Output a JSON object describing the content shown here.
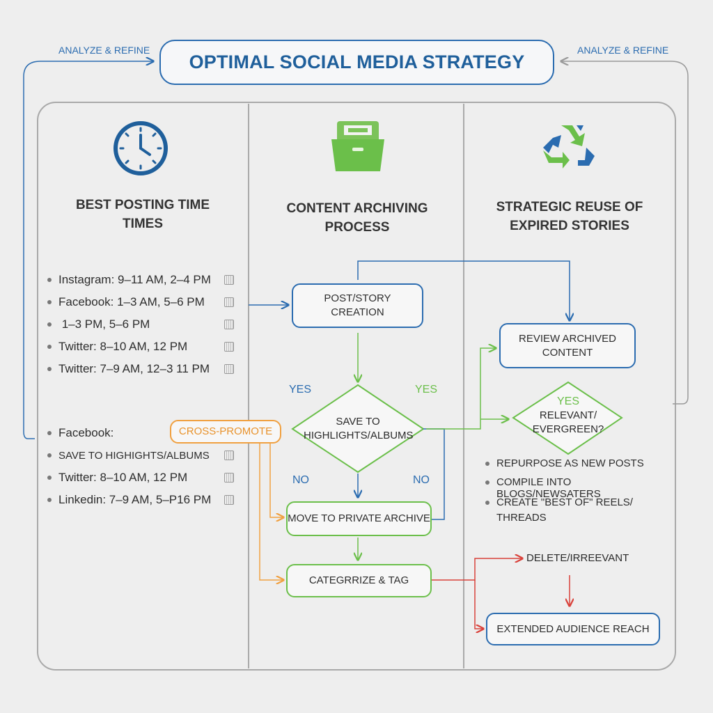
{
  "header": {
    "title": "OPTIMAL SOCIAL MEDIA STRATEGY",
    "left_loop_label": "ANALYZE & REFINE",
    "right_loop_label": "ANALYZE & REFINE"
  },
  "columns": {
    "posting": {
      "icon": "clock-icon",
      "title_line1": "BEST POSTING TIME",
      "title_line2": "TIMES",
      "schedule_a": [
        "Instagram: 9–11 AM, 2–4 PM",
        "Facebook: 1–3 AM, 5–6 PM",
        " 1–3 PM, 5–6 PM",
        "Twitter: 8–10 AM, 12 PM",
        "Twitter: 7–9 AM, 12–3 11 PM"
      ],
      "schedule_b": [
        "Facebook:",
        "SAVE TO HIGHIGHTS/ALBUMS",
        "Twitter: 8–10 AM, 12 PM",
        "Linkedin: 7–9 AM, 5–P16 PM"
      ],
      "cross_promote": "CROSS-PROMOTE"
    },
    "archiving": {
      "icon": "archive-box-icon",
      "title_line1": "CONTENT ARCHIVING",
      "title_line2": "PROCESS",
      "creation_line1": "POST/STORY",
      "creation_line2": "CREATION",
      "decision_line1": "SAVE TO",
      "decision_line2": "HIGHLIGHTS/ALBUMS",
      "yes_left": "YES",
      "yes_right": "YES",
      "no_left": "NO",
      "no_right": "NO",
      "private_archive": "MOVE TO PRIVATE ARCHIVE",
      "categorize": "CATEGRRIZE & TAG"
    },
    "reuse": {
      "icon": "recycle-icon",
      "title_line1": "STRATEGIC REUSE OF",
      "title_line2": "EXPIRED STORIES",
      "review_line1": "REVIEW ARCHIVED",
      "review_line2": "CONTENT",
      "decision_yes": "YES",
      "decision_line1": "RELEVANT/",
      "decision_line2": "EVERGREEN?",
      "bullets": [
        "REPURPOSE AS NEW POSTS",
        "COMPILE INTO BLOGS/NEWSATERS",
        "CREATE \"BEST OF\" REELS/ THREADS"
      ],
      "delete_label": "DELETE/IRREEVANT",
      "reach_label": "EXTENDED AUDIENCE REACH"
    }
  },
  "colors": {
    "blue": "#2b6cb0",
    "green": "#6bbf4a",
    "orange": "#f0a040",
    "red": "#d9413a"
  }
}
